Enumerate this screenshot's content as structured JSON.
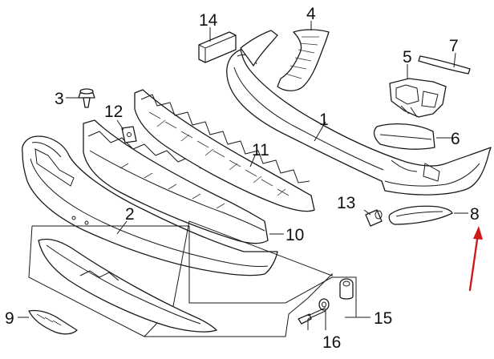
{
  "callouts": {
    "c1": "1",
    "c2": "2",
    "c3": "3",
    "c4": "4",
    "c5": "5",
    "c6": "6",
    "c7": "7",
    "c8": "8",
    "c9": "9",
    "c10": "10",
    "c11": "11",
    "c12": "12",
    "c13": "13",
    "c14": "14",
    "c15": "15",
    "c16": "16"
  },
  "highlight": {
    "target": "8",
    "color": "#d01818",
    "icon": "red-arrow-icon"
  }
}
